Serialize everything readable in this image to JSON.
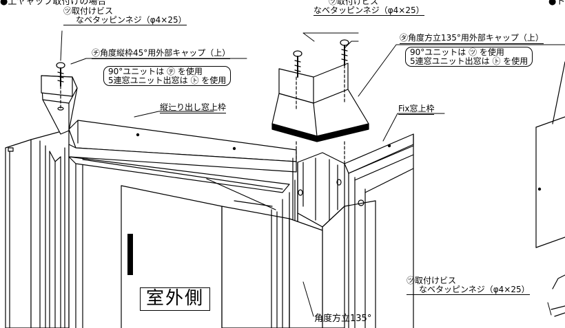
{
  "header": {
    "left_title": "●上ヤャップ取付けの場合",
    "right_title": "●ト"
  },
  "labels": {
    "screw_left_l1": "㋡取付けビス",
    "screw_left_l2": "なベタッピンネジ（φ4×25）",
    "screw_top_l1": "㋡取付けビス",
    "screw_top_l2": "なベタッピンネジ（φ4×25）",
    "screw_bottom_l1": "㋡取付けビス",
    "screw_bottom_l2": "なベタッピンネジ（φ4×25）",
    "cap45": "㋠角度縦枠45°用外部キャップ（上）",
    "note45_l1": "90°ユニットは ㋢ を使用",
    "note45_l2": "5連窓ユニット出窓は ㋣ を使用",
    "cap135": "㋟角度方立135°用外部キャップ（上）",
    "note135_l1": "90°ユニットは ㋡ を使用",
    "note135_l2": "5連窓ユニット出窓は ㋣ を使用",
    "upper_frame": "縦辷り出し窓上枠",
    "fix_frame": "Fix窓上枠",
    "mullion": "角度方立135°",
    "outside": "室外側"
  }
}
